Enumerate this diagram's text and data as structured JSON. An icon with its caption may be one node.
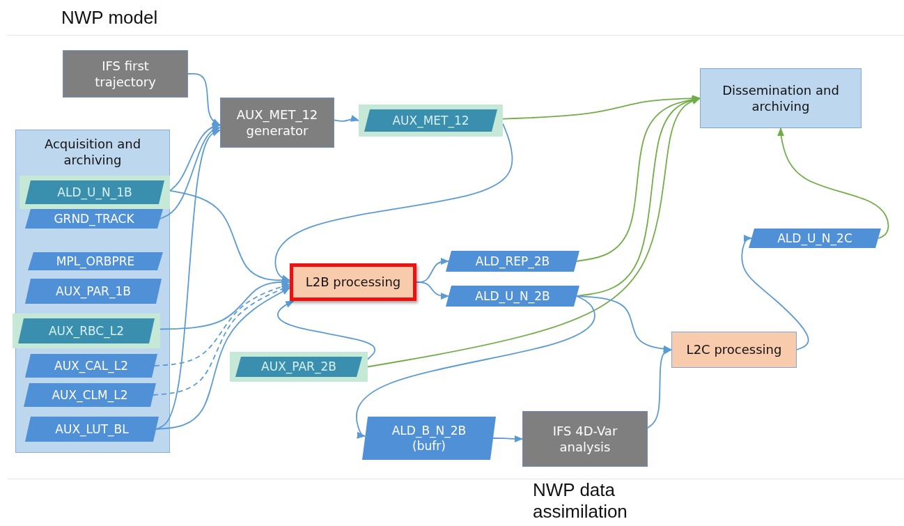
{
  "diagram": {
    "nodes": [
      {
        "text": [
          "IFS first trajectory"
        ]
      },
      {
        "text": [
          "Acquisition and archiving"
        ]
      },
      {
        "text": [
          "ALD_U_N_1B"
        ],
        "in": 1
      },
      {
        "text": [
          "GRND_TRACK"
        ],
        "in": 1
      },
      {
        "text": [
          "MPL_ORBPRE"
        ],
        "in": 1
      },
      {
        "text": [
          "AUX_PAR_1B"
        ],
        "in": 1
      },
      {
        "text": [
          "AUX_RBC_L2"
        ],
        "in": 1
      },
      {
        "text": [
          "AUX_CAL_L2"
        ],
        "in": 1
      },
      {
        "text": [
          "AUX_CLM_L2"
        ],
        "in": 1
      },
      {
        "text": [
          "AUX_LUT_BL"
        ],
        "in": 1
      },
      {
        "text": [
          "AUX_MET_12 generator"
        ]
      },
      {
        "text": [
          "AUX_MET_12"
        ]
      },
      {
        "text": [
          "Dissemination and archiving"
        ]
      },
      {
        "text": [
          "L2B processing"
        ]
      },
      {
        "text": [
          "ALD_REP_2B"
        ]
      },
      {
        "text": [
          "ALD_U_N_2B"
        ]
      },
      {
        "text": [
          "AUX_PAR_2B"
        ]
      },
      {
        "text": [
          "ALD_U_N_2C"
        ]
      },
      {
        "text": [
          "L2C processing"
        ]
      },
      {
        "text": [
          "ALD_B_N_2B (bufr)"
        ]
      },
      {
        "text": [
          "IFS 4D-Var analysis"
        ]
      }
    ],
    "edges": [
      {
        "from": 0,
        "to": 10,
        "arrow": "to"
      },
      {
        "from": 2,
        "to": 10,
        "arrow": "to"
      },
      {
        "from": 3,
        "to": 10,
        "arrow": "to"
      },
      {
        "from": 9,
        "to": 10,
        "arrow": "to"
      },
      {
        "from": 10,
        "to": 11,
        "arrow": "to"
      },
      {
        "from": 11,
        "to": 12,
        "arrow": "to",
        "color": "#70ad47"
      },
      {
        "from": 11,
        "to": 13,
        "arrow": "to"
      },
      {
        "from": 2,
        "to": 13,
        "arrow": "to"
      },
      {
        "from": 6,
        "to": 13,
        "arrow": "to"
      },
      {
        "from": 7,
        "to": 13,
        "arrow": "to",
        "style": "dashed"
      },
      {
        "from": 8,
        "to": 13,
        "arrow": "to",
        "style": "dashed"
      },
      {
        "from": 9,
        "to": 13,
        "arrow": "to"
      },
      {
        "from": 16,
        "to": 13,
        "arrow": "to"
      },
      {
        "from": 13,
        "to": 14,
        "arrow": "to"
      },
      {
        "from": 13,
        "to": 15,
        "arrow": "to"
      },
      {
        "from": 14,
        "to": 12,
        "arrow": "to",
        "color": "#70ad47"
      },
      {
        "from": 15,
        "to": 12,
        "arrow": "to",
        "color": "#70ad47"
      },
      {
        "from": 16,
        "to": 12,
        "arrow": "to",
        "color": "#70ad47"
      },
      {
        "from": 15,
        "to": 18,
        "arrow": "to"
      },
      {
        "from": 15,
        "to": 19,
        "arrow": "to"
      },
      {
        "from": 19,
        "to": 20,
        "arrow": "to"
      },
      {
        "from": 20,
        "to": 18,
        "arrow": "to"
      },
      {
        "from": 18,
        "to": 17,
        "arrow": "to"
      },
      {
        "from": 17,
        "to": 12,
        "arrow": "to",
        "color": "#70ad47"
      }
    ],
    "labels": [
      "NWP model",
      "NWP data assimilation"
    ]
  }
}
